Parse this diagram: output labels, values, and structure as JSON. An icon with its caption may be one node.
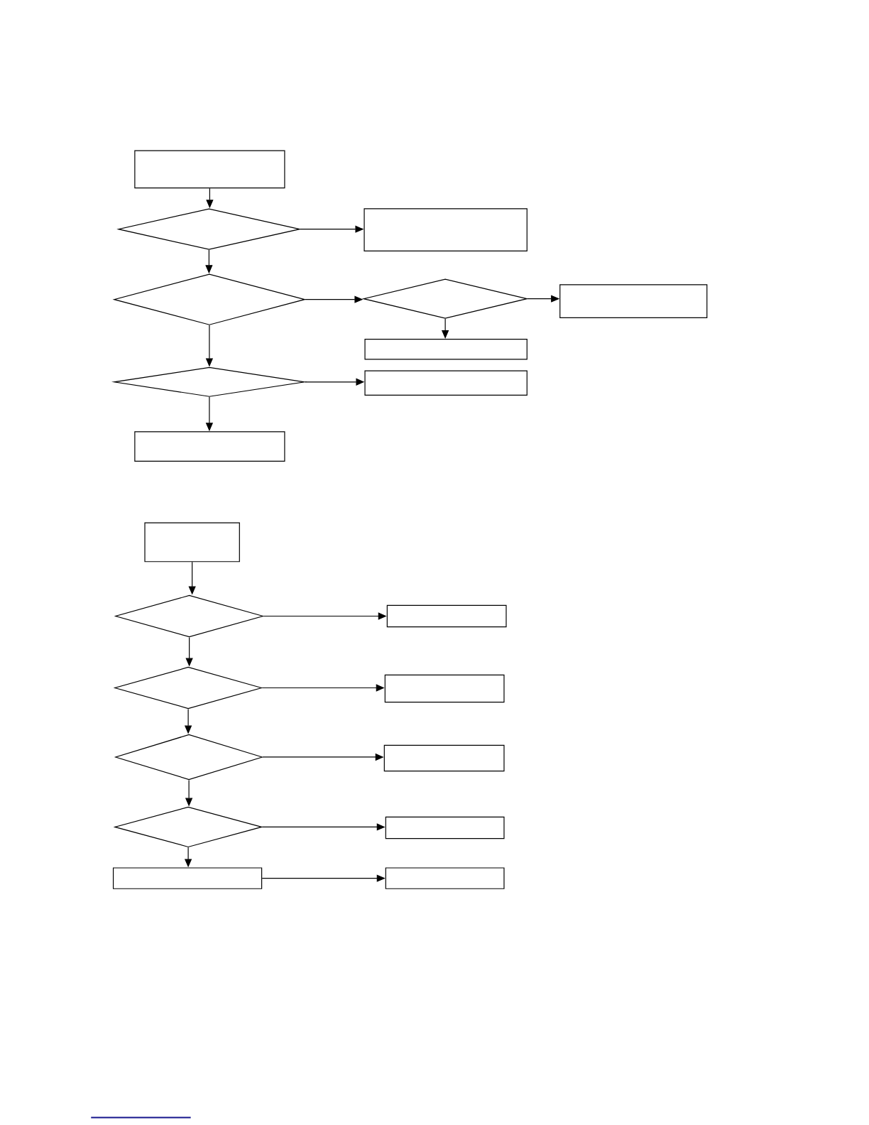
{
  "diagram": {
    "nodes": [
      {
        "text": [],
        "shape": "box"
      },
      {
        "text": [],
        "shape": "diamond"
      },
      {
        "text": [],
        "shape": "box"
      },
      {
        "text": [],
        "shape": "diamond"
      },
      {
        "text": [],
        "shape": "diamond"
      },
      {
        "text": [],
        "shape": "box"
      },
      {
        "text": [],
        "shape": "box"
      },
      {
        "text": [],
        "shape": "diamond"
      },
      {
        "text": [],
        "shape": "box"
      },
      {
        "text": [],
        "shape": "box"
      },
      {
        "text": [],
        "shape": "box"
      },
      {
        "text": [],
        "shape": "diamond"
      },
      {
        "text": [],
        "shape": "box"
      },
      {
        "text": [],
        "shape": "diamond"
      },
      {
        "text": [],
        "shape": "box"
      },
      {
        "text": [],
        "shape": "diamond"
      },
      {
        "text": [],
        "shape": "box"
      },
      {
        "text": [],
        "shape": "diamond"
      },
      {
        "text": [],
        "shape": "box"
      },
      {
        "text": [],
        "shape": "box"
      },
      {
        "text": [],
        "shape": "box"
      }
    ],
    "edges": [
      {
        "from": 0,
        "to": 1,
        "arrow": "to"
      },
      {
        "from": 1,
        "to": 2,
        "arrow": "to"
      },
      {
        "from": 1,
        "to": 3,
        "arrow": "to"
      },
      {
        "from": 3,
        "to": 4,
        "arrow": "to"
      },
      {
        "from": 4,
        "to": 5,
        "arrow": "to"
      },
      {
        "from": 4,
        "to": 6,
        "arrow": "to"
      },
      {
        "from": 3,
        "to": 7,
        "arrow": "to"
      },
      {
        "from": 7,
        "to": 8,
        "arrow": "to"
      },
      {
        "from": 7,
        "to": 9,
        "arrow": "to"
      },
      {
        "from": 10,
        "to": 11,
        "arrow": "to"
      },
      {
        "from": 11,
        "to": 12,
        "arrow": "to"
      },
      {
        "from": 11,
        "to": 13,
        "arrow": "to"
      },
      {
        "from": 13,
        "to": 14,
        "arrow": "to"
      },
      {
        "from": 13,
        "to": 15,
        "arrow": "to"
      },
      {
        "from": 15,
        "to": 16,
        "arrow": "to"
      },
      {
        "from": 15,
        "to": 17,
        "arrow": "to"
      },
      {
        "from": 17,
        "to": 18,
        "arrow": "to"
      },
      {
        "from": 17,
        "to": 19,
        "arrow": "to"
      },
      {
        "from": 19,
        "to": 20,
        "arrow": "to"
      }
    ]
  }
}
